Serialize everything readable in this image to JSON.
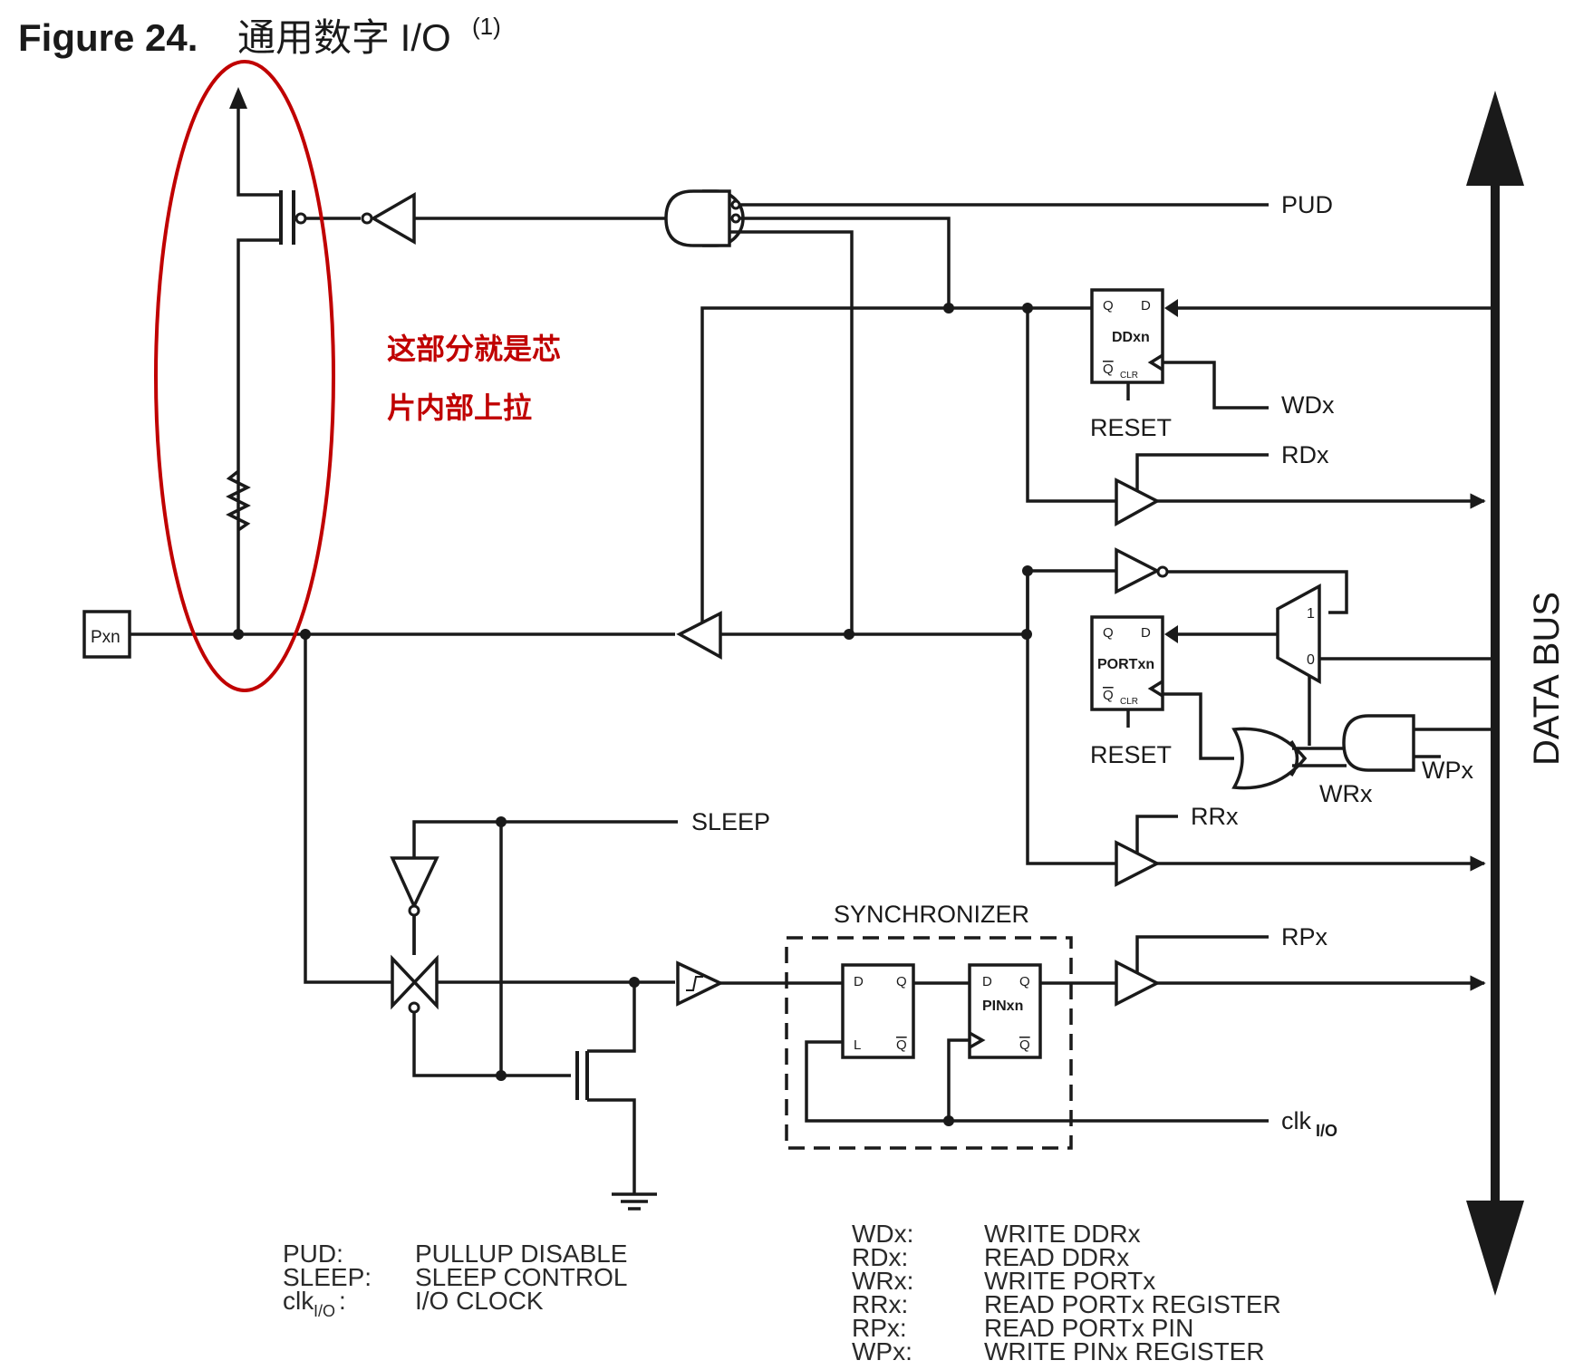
{
  "figure": {
    "number": "Figure 24.",
    "title": "通用数字 I/O",
    "title_sup": "(1)"
  },
  "annotation": {
    "line1": "这部分就是芯",
    "line2": "片内部上拉",
    "color": "#c00000"
  },
  "signals": {
    "pin": "Pxn",
    "pud": "PUD",
    "wdx": "WDx",
    "rdx": "RDx",
    "wrx": "WRx",
    "wpx": "WPx",
    "rrx": "RRx",
    "rpx": "RPx",
    "sleep": "SLEEP",
    "clk": "clk",
    "clk_sub": "I/O",
    "reset1": "RESET",
    "reset2": "RESET",
    "data_bus": "DATA BUS"
  },
  "blocks": {
    "ddxn": {
      "name": "DDxn",
      "q": "Q",
      "d": "D",
      "qbar": "Q",
      "clr": "CLR"
    },
    "portxn": {
      "name": "PORTxn",
      "q": "Q",
      "d": "D",
      "qbar": "Q",
      "clr": "CLR"
    },
    "latch": {
      "d": "D",
      "q": "Q",
      "l": "L",
      "qbar": "Q"
    },
    "pinxn": {
      "name": "PINxn",
      "d": "D",
      "q": "Q",
      "qbar": "Q"
    },
    "mux": {
      "in1": "1",
      "in0": "0"
    },
    "synchronizer": "SYNCHRONIZER"
  },
  "legend_left": [
    {
      "abbr": "PUD:",
      "desc": "PULLUP DISABLE"
    },
    {
      "abbr": "SLEEP:",
      "desc": "SLEEP CONTROL"
    },
    {
      "abbr": "clk",
      "abbr_sub": "I/O",
      "abbr_suffix": ":",
      "desc": "I/O CLOCK"
    }
  ],
  "legend_right": [
    {
      "abbr": "WDx:",
      "desc": "WRITE DDRx"
    },
    {
      "abbr": "RDx:",
      "desc": "READ DDRx"
    },
    {
      "abbr": "WRx:",
      "desc": "WRITE PORTx"
    },
    {
      "abbr": "RRx:",
      "desc": "READ PORTx REGISTER"
    },
    {
      "abbr": "RPx:",
      "desc": "READ PORTx PIN"
    },
    {
      "abbr": "WPx:",
      "desc": "WRITE PINx REGISTER"
    }
  ]
}
